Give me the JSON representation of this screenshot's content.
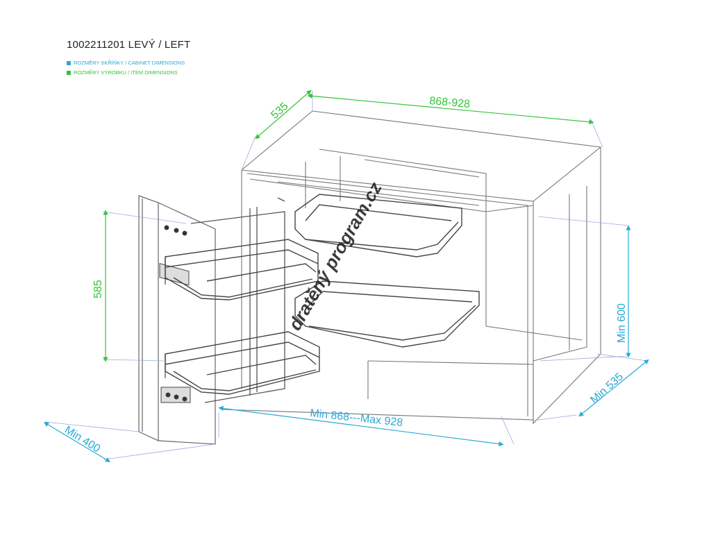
{
  "header": {
    "title": "1002211201 LEVÝ / LEFT",
    "legend": [
      {
        "label": "ROZMĚRY SKŘÍŇKY / CABINET DIMENSIONS",
        "color": "#2aa9d6"
      },
      {
        "label": "ROZMĚRY VÝROBKU / ITEM DIMENSIONS",
        "color": "#33c43a"
      }
    ]
  },
  "dimensions": {
    "item_width": "868-928",
    "item_depth": "535",
    "item_height": "585",
    "cabinet_height": "Min 600",
    "cabinet_depth": "Min 535",
    "cabinet_width": "Min 868---Max 928",
    "door_width": "Min 400"
  },
  "watermark": "dratěný program.cz",
  "colors": {
    "cabinet": "#2aa9d6",
    "item": "#33c43a",
    "drawing": "#555555"
  }
}
